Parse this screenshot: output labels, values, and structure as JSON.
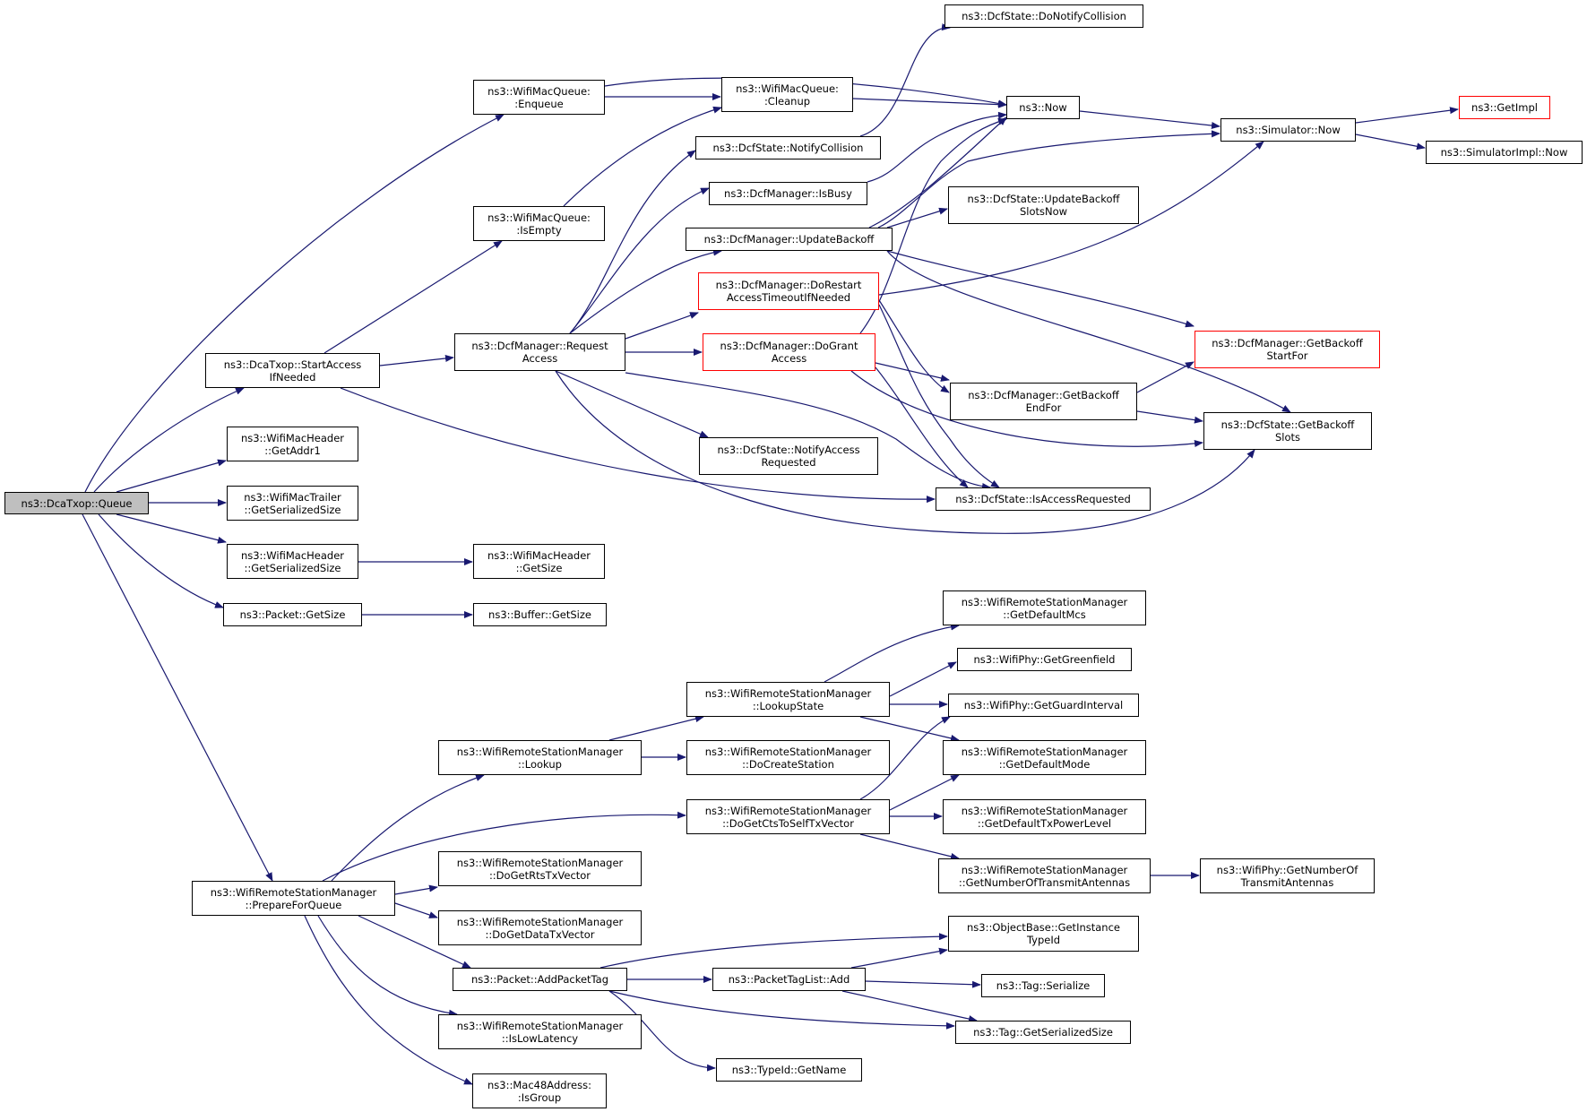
{
  "colors": {
    "edge": "#191970",
    "node_border": "#000000",
    "node_border_truncated": "#ff0000",
    "root_fill": "#bfbfbf"
  },
  "nodes": [
    {
      "id": "root",
      "lines": [
        "ns3::DcaTxop::Queue"
      ],
      "root": true
    },
    {
      "id": "enqueue",
      "lines": [
        "ns3::WifiMacQueue:",
        ":Enqueue"
      ]
    },
    {
      "id": "isempty",
      "lines": [
        "ns3::WifiMacQueue:",
        ":IsEmpty"
      ]
    },
    {
      "id": "startaccess",
      "lines": [
        "ns3::DcaTxop::StartAccess",
        "IfNeeded"
      ]
    },
    {
      "id": "getaddr1",
      "lines": [
        "ns3::WifiMacHeader",
        "::GetAddr1"
      ]
    },
    {
      "id": "trailer_ser",
      "lines": [
        "ns3::WifiMacTrailer",
        "::GetSerializedSize"
      ]
    },
    {
      "id": "header_ser",
      "lines": [
        "ns3::WifiMacHeader",
        "::GetSerializedSize"
      ]
    },
    {
      "id": "packet_getsize",
      "lines": [
        "ns3::Packet::GetSize"
      ]
    },
    {
      "id": "cleanup",
      "lines": [
        "ns3::WifiMacQueue:",
        ":Cleanup"
      ]
    },
    {
      "id": "now",
      "lines": [
        "ns3::Now"
      ]
    },
    {
      "id": "sim_now",
      "lines": [
        "ns3::Simulator::Now"
      ]
    },
    {
      "id": "getimpl",
      "lines": [
        "ns3::GetImpl"
      ],
      "truncated": true
    },
    {
      "id": "simimpl_now",
      "lines": [
        "ns3::SimulatorImpl::Now"
      ]
    },
    {
      "id": "donotifycoll",
      "lines": [
        "ns3::DcfState::DoNotifyCollision"
      ]
    },
    {
      "id": "notifycoll",
      "lines": [
        "ns3::DcfState::NotifyCollision"
      ]
    },
    {
      "id": "isbusy",
      "lines": [
        "ns3::DcfManager::IsBusy"
      ]
    },
    {
      "id": "updatebackoff",
      "lines": [
        "ns3::DcfManager::UpdateBackoff"
      ]
    },
    {
      "id": "updslots",
      "lines": [
        "ns3::DcfState::UpdateBackoff",
        "SlotsNow"
      ]
    },
    {
      "id": "dorestart",
      "lines": [
        "ns3::DcfManager::DoRestart",
        "AccessTimeoutIfNeeded"
      ],
      "truncated": true
    },
    {
      "id": "requestaccess",
      "lines": [
        "ns3::DcfManager::Request",
        "Access"
      ]
    },
    {
      "id": "dogrant",
      "lines": [
        "ns3::DcfManager::DoGrant",
        "Access"
      ],
      "truncated": true
    },
    {
      "id": "getbackoffstart",
      "lines": [
        "ns3::DcfManager::GetBackoff",
        "StartFor"
      ],
      "truncated": true
    },
    {
      "id": "getbackoffend",
      "lines": [
        "ns3::DcfManager::GetBackoff",
        "EndFor"
      ]
    },
    {
      "id": "getbackoffslots",
      "lines": [
        "ns3::DcfState::GetBackoff",
        "Slots"
      ]
    },
    {
      "id": "notifyaccessreq",
      "lines": [
        "ns3::DcfState::NotifyAccess",
        "Requested"
      ]
    },
    {
      "id": "isaccessreq",
      "lines": [
        "ns3::DcfState::IsAccessRequested"
      ]
    },
    {
      "id": "header_getsize",
      "lines": [
        "ns3::WifiMacHeader",
        "::GetSize"
      ]
    },
    {
      "id": "buffer_getsize",
      "lines": [
        "ns3::Buffer::GetSize"
      ]
    },
    {
      "id": "getdefmcs",
      "lines": [
        "ns3::WifiRemoteStationManager",
        "::GetDefaultMcs"
      ]
    },
    {
      "id": "getgreenfield",
      "lines": [
        "ns3::WifiPhy::GetGreenfield"
      ]
    },
    {
      "id": "lookupstate",
      "lines": [
        "ns3::WifiRemoteStationManager",
        "::LookupState"
      ]
    },
    {
      "id": "getguard",
      "lines": [
        "ns3::WifiPhy::GetGuardInterval"
      ]
    },
    {
      "id": "lookup",
      "lines": [
        "ns3::WifiRemoteStationManager",
        "::Lookup"
      ]
    },
    {
      "id": "docreate",
      "lines": [
        "ns3::WifiRemoteStationManager",
        "::DoCreateStation"
      ]
    },
    {
      "id": "getdefmode",
      "lines": [
        "ns3::WifiRemoteStationManager",
        "::GetDefaultMode"
      ]
    },
    {
      "id": "doctsself",
      "lines": [
        "ns3::WifiRemoteStationManager",
        "::DoGetCtsToSelfTxVector"
      ]
    },
    {
      "id": "getdeftxpow",
      "lines": [
        "ns3::WifiRemoteStationManager",
        "::GetDefaultTxPowerLevel"
      ]
    },
    {
      "id": "getnumtxant",
      "lines": [
        "ns3::WifiRemoteStationManager",
        "::GetNumberOfTransmitAntennas"
      ]
    },
    {
      "id": "phy_numtxant",
      "lines": [
        "ns3::WifiPhy::GetNumberOf",
        "TransmitAntennas"
      ]
    },
    {
      "id": "prepare",
      "lines": [
        "ns3::WifiRemoteStationManager",
        "::PrepareForQueue"
      ]
    },
    {
      "id": "dortstx",
      "lines": [
        "ns3::WifiRemoteStationManager",
        "::DoGetRtsTxVector"
      ]
    },
    {
      "id": "dodatatx",
      "lines": [
        "ns3::WifiRemoteStationManager",
        "::DoGetDataTxVector"
      ]
    },
    {
      "id": "gettypeid",
      "lines": [
        "ns3::ObjectBase::GetInstance",
        "TypeId"
      ]
    },
    {
      "id": "addpackettag",
      "lines": [
        "ns3::Packet::AddPacketTag"
      ]
    },
    {
      "id": "taglist_add",
      "lines": [
        "ns3::PacketTagList::Add"
      ]
    },
    {
      "id": "tag_serialize",
      "lines": [
        "ns3::Tag::Serialize"
      ]
    },
    {
      "id": "tag_sersize",
      "lines": [
        "ns3::Tag::GetSerializedSize"
      ]
    },
    {
      "id": "islowlatency",
      "lines": [
        "ns3::WifiRemoteStationManager",
        "::IsLowLatency"
      ]
    },
    {
      "id": "typeid_getname",
      "lines": [
        "ns3::TypeId::GetName"
      ]
    },
    {
      "id": "isgroup",
      "lines": [
        "ns3::Mac48Address:",
        ":IsGroup"
      ]
    }
  ]
}
